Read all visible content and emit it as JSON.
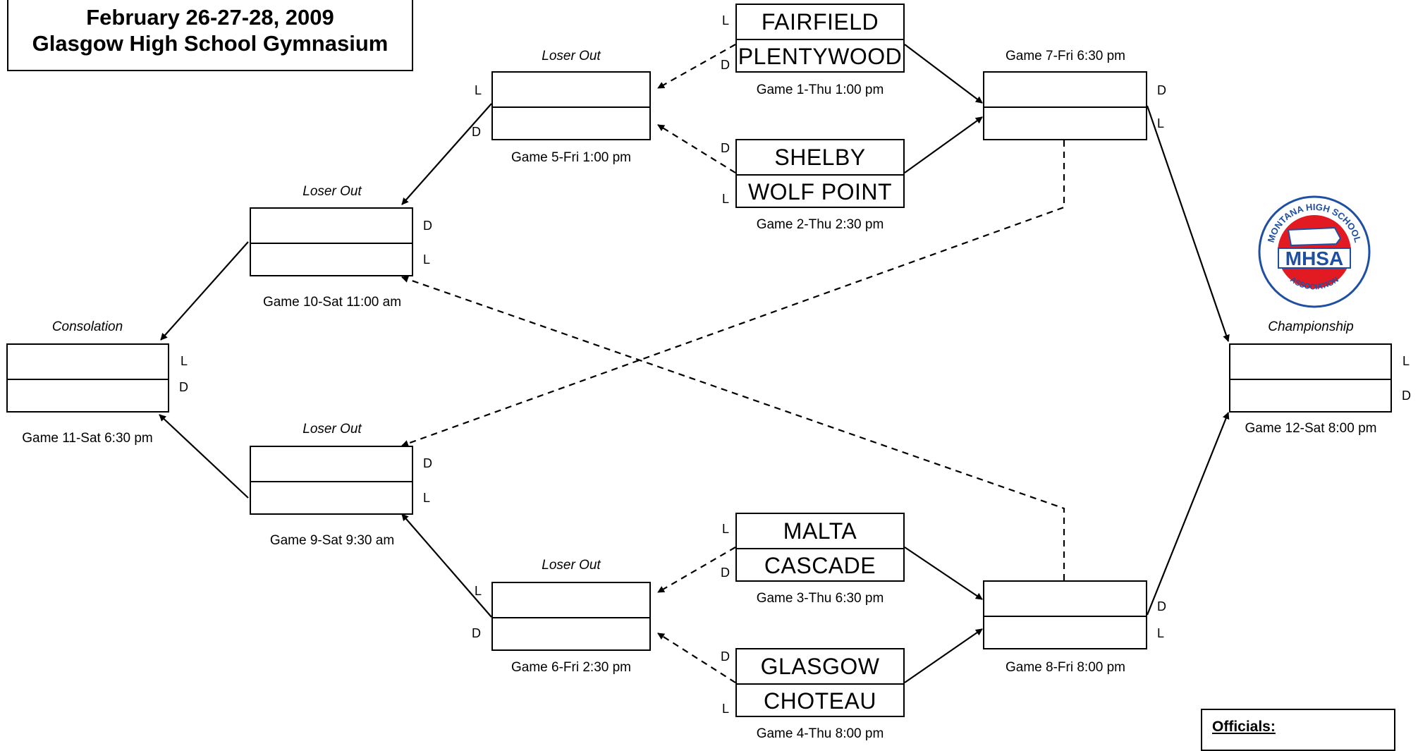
{
  "header": {
    "line1": "February 26-27-28, 2009",
    "line2": "Glasgow High School Gymnasium"
  },
  "teams": {
    "game1_top": "FAIRFIELD",
    "game1_bottom": "PLENTYWOOD",
    "game2_top": "SHELBY",
    "game2_bottom": "WOLF POINT",
    "game3_top": "MALTA",
    "game3_bottom": "CASCADE",
    "game4_top": "GLASGOW",
    "game4_bottom": "CHOTEAU"
  },
  "games": {
    "g1": "Game 1-Thu 1:00 pm",
    "g2": "Game 2-Thu 2:30 pm",
    "g3": "Game 3-Thu 6:30 pm",
    "g4": "Game 4-Thu 8:00 pm",
    "g5": "Game 5-Fri 1:00 pm",
    "g6": "Game 6-Fri 2:30 pm",
    "g7": "Game 7-Fri 6:30 pm",
    "g8": "Game 8-Fri 8:00 pm",
    "g9": "Game 9-Sat 9:30 am",
    "g10": "Game 10-Sat 11:00 am",
    "g11": "Game 11-Sat 6:30 pm",
    "g12": "Game 12-Sat 8:00 pm"
  },
  "round_labels": {
    "loser_out": "Loser Out",
    "consolation": "Consolation",
    "championship": "Championship"
  },
  "side_marks": {
    "light": "L",
    "dark": "D"
  },
  "logo": {
    "text_top": "MONTANA HIGH SCHOOL",
    "text_bottom": "ASSOCIATION",
    "abbr": "MHSA",
    "red": "#e21b23",
    "blue": "#1f4fa3"
  },
  "officials": {
    "label": "Officials:"
  }
}
